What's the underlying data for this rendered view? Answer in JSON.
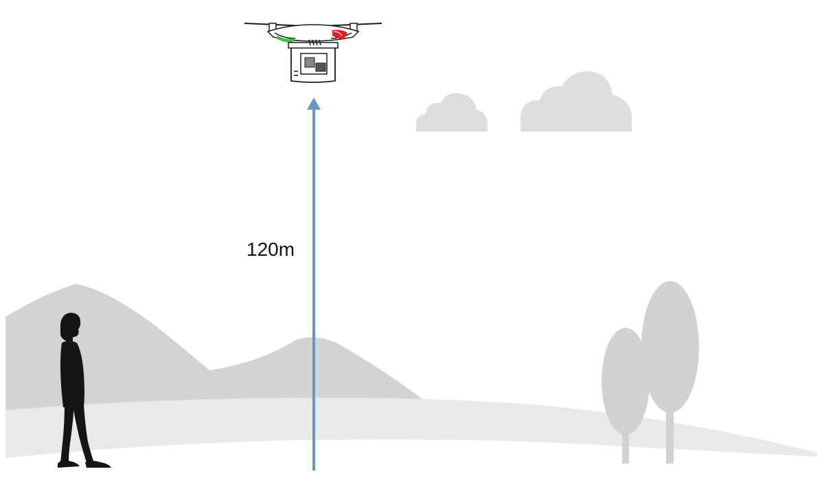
{
  "altitude_label": "120m",
  "colors": {
    "background": "#ffffff",
    "clouds": "#dedede",
    "mountains": "#d3d3d3",
    "ground_band": "#e9e9e9",
    "trees": "#d2d2d2",
    "arrow": "#6a96c6",
    "person": "#151515",
    "drone_body": "#ffffff",
    "drone_outline": "#1a1a1a",
    "drone_accent_green": "#3cc43c",
    "drone_accent_red": "#e02020"
  },
  "elements": {
    "drone": "quadcopter-drone-icon",
    "person": "person-silhouette-icon",
    "arrow": "altitude-arrow",
    "trees": "tree-icon",
    "clouds": "cloud-icon",
    "mountains": "mountain-shape"
  }
}
